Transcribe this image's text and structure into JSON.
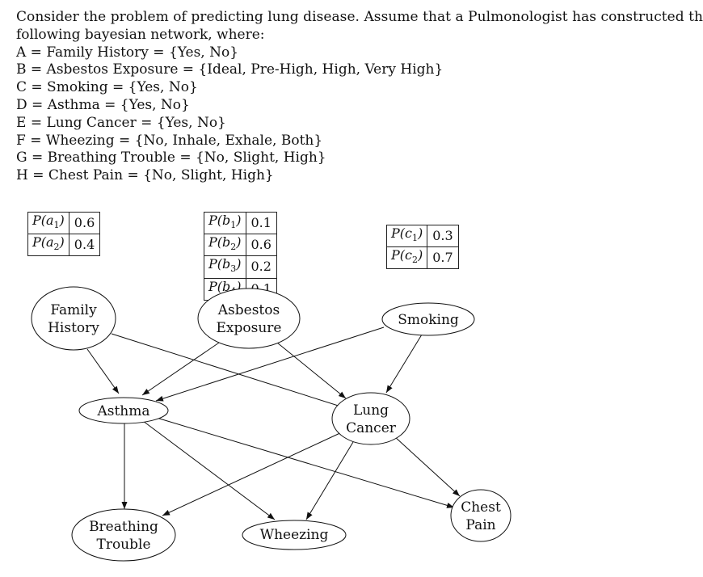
{
  "intro": {
    "line0": "Consider the problem of predicting lung disease.  Assume that a Pulmonologist has constructed the",
    "line1": "following bayesian network, where:",
    "vars": [
      "A = Family History = {Yes, No}",
      "B = Asbestos Exposure = {Ideal, Pre-High, High, Very High}",
      "C = Smoking = {Yes, No}",
      "D = Asthma = {Yes, No}",
      "E = Lung Cancer = {Yes, No}",
      "F = Wheezing = {No, Inhale, Exhale, Both}",
      "G = Breathing Trouble = {No, Slight, High}",
      "H = Chest Pain = {No, Slight, High}"
    ]
  },
  "tables": {
    "a": [
      {
        "label": "P(a1)",
        "value": "0.6"
      },
      {
        "label": "P(a2)",
        "value": "0.4"
      }
    ],
    "b": [
      {
        "label": "P(b1)",
        "value": "0.1"
      },
      {
        "label": "P(b2)",
        "value": "0.6"
      },
      {
        "label": "P(b3)",
        "value": "0.2"
      },
      {
        "label": "P(b4)",
        "value": "0.1"
      }
    ],
    "c": [
      {
        "label": "P(c1)",
        "value": "0.3"
      },
      {
        "label": "P(c2)",
        "value": "0.7"
      }
    ]
  },
  "network": {
    "nodes": {
      "family": {
        "line1": "Family",
        "line2": "History"
      },
      "asbestos": {
        "line1": "Asbestos",
        "line2": "Exposure"
      },
      "smoking": {
        "line1": "Smoking"
      },
      "asthma": {
        "line1": "Asthma"
      },
      "lung": {
        "line1": "Lung",
        "line2": "Cancer"
      },
      "breath": {
        "line1": "Breathing",
        "line2": "Trouble"
      },
      "wheezing": {
        "line1": "Wheezing"
      },
      "chest": {
        "line1": "Chest",
        "line2": "Pain"
      }
    }
  }
}
